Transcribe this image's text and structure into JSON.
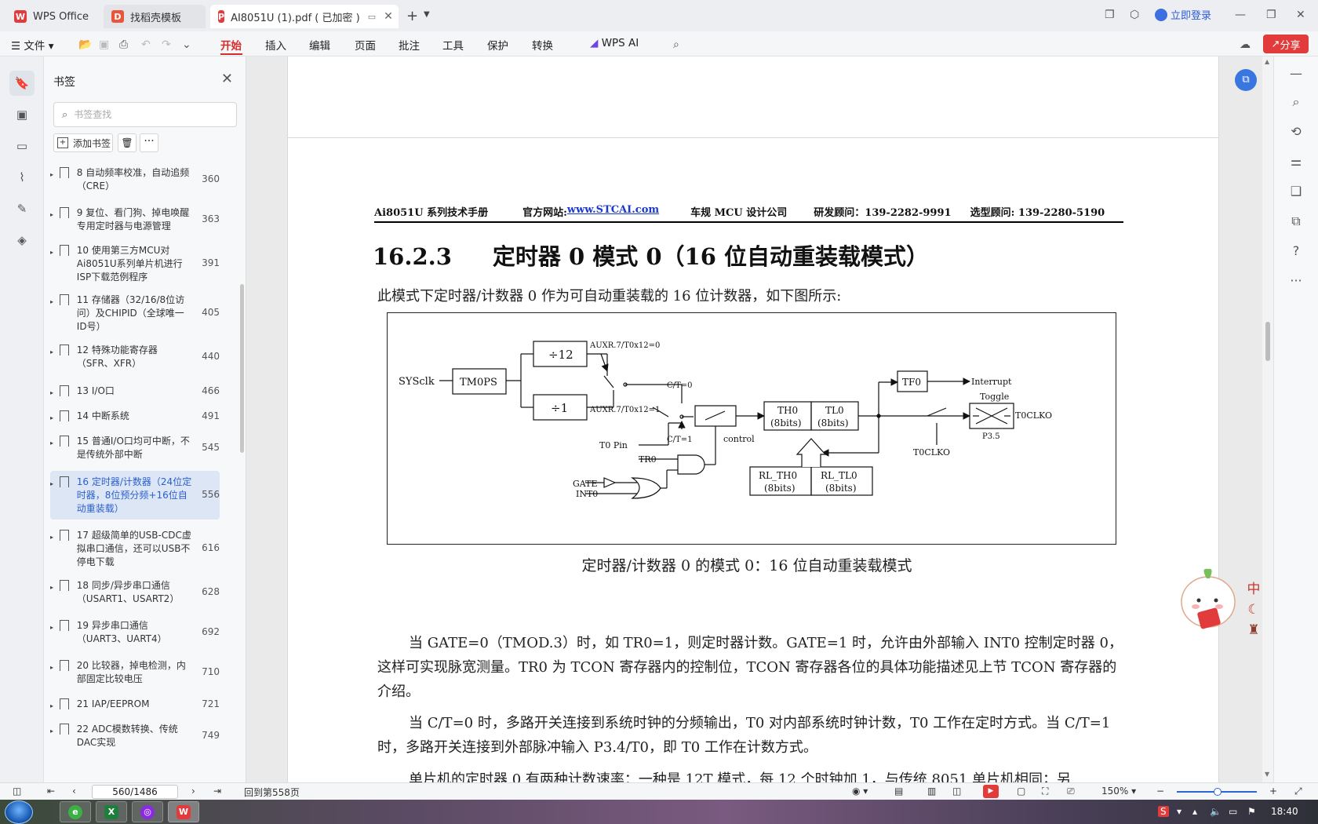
{
  "tabs": {
    "wps": "WPS Office",
    "templates": "找稻壳模板",
    "doc": "AI8051U (1).pdf ( 已加密 )"
  },
  "titlebar": {
    "login": "立即登录"
  },
  "menu": {
    "file": "文件",
    "items": [
      "开始",
      "插入",
      "编辑",
      "页面",
      "批注",
      "工具",
      "保护",
      "转换"
    ],
    "wps_ai": "WPS AI",
    "share": "分享"
  },
  "panel": {
    "title": "书签",
    "search_placeholder": "书签查找",
    "add_bookmark": "添加书签"
  },
  "bookmarks": [
    {
      "label": "8  自动频率校准，自动追频（CRE）",
      "page": "360"
    },
    {
      "label": "9  复位、看门狗、掉电唤醒专用定时器与电源管理",
      "page": "363"
    },
    {
      "label": "10  使用第三方MCU对Ai8051U系列单片机进行ISP下载范例程序",
      "page": "391"
    },
    {
      "label": "11  存储器（32/16/8位访问）及CHIPID（全球唯一ID号）",
      "page": "405"
    },
    {
      "label": "12  特殊功能寄存器（SFR、XFR）",
      "page": "440"
    },
    {
      "label": "13  I/O口",
      "page": "466"
    },
    {
      "label": "14  中断系统",
      "page": "491"
    },
    {
      "label": "15  普通I/O口均可中断，不是传统外部中断",
      "page": "545"
    },
    {
      "label": "16  定时器/计数器（24位定时器，8位预分频+16位自动重装载）",
      "page": "556"
    },
    {
      "label": "17  超级简单的USB-CDC虚拟串口通信，还可以USB不停电下载",
      "page": "616"
    },
    {
      "label": "18  同步/异步串口通信（USART1、USART2）",
      "page": "628"
    },
    {
      "label": "19  异步串口通信（UART3、UART4）",
      "page": "692"
    },
    {
      "label": "20  比较器，掉电检测，内部固定比较电压",
      "page": "710"
    },
    {
      "label": "21  IAP/EEPROM",
      "page": "721"
    },
    {
      "label": "22  ADC模数转换、传统DAC实现",
      "page": "749"
    }
  ],
  "document": {
    "header": {
      "manual": "Ai8051U 系列技术手册",
      "site_label": "官方网站: ",
      "site": "www.STCAI.com",
      "company": "车规 MCU 设计公司",
      "rd": "研发顾问：139-2282-9991",
      "sel": "选型顾问: 139-2280-5190"
    },
    "section_num": "16.2.3",
    "section_title": "定时器 0 模式 0（16 位自动重装载模式）",
    "intro": "此模式下定时器/计数器 0 作为可自动重装载的 16 位计数器，如下图所示:",
    "caption": "定时器/计数器 0 的模式 0：16 位自动重装载模式",
    "para1": "当 GATE=0（TMOD.3）时，如 TR0=1，则定时器计数。GATE=1 时，允许由外部输入 INT0 控制定时器 0，这样可实现脉宽测量。TR0 为 TCON 寄存器内的控制位，TCON 寄存器各位的具体功能描述见上节 TCON 寄存器的介绍。",
    "para2": "当 C/T=0 时，多路开关连接到系统时钟的分频输出，T0 对内部系统时钟计数，T0 工作在定时方式。当 C/T=1 时，多路开关连接到外部脉冲输入 P3.4/T0，即 T0 工作在计数方式。",
    "para3": "单片机的定时器 0 有两种计数速率：一种是 12T 模式，每 12 个时钟加 1，与传统 8051 单片机相同；另"
  },
  "diagram": {
    "sysclk": "SYSclk",
    "tm0ps": "TM0PS",
    "div12": "÷12",
    "div1": "÷1",
    "auxr0": "AUXR.7/T0x12=0",
    "auxr1": "AUXR.7/T0x12=1",
    "ct0": "C/T=0",
    "ct1": "C/T=1",
    "t0pin": "T0 Pin",
    "tr0": "TR0",
    "gate": "GATE",
    "int0": "INT0",
    "control": "control",
    "th0": "TH0",
    "tl0": "TL0",
    "bits": "(8bits)",
    "rlth0": "RL_TH0",
    "rltl0": "RL_TL0",
    "tf0": "TF0",
    "interrupt": "Interrupt",
    "toggle": "Toggle",
    "t0clko": "T0CLKO",
    "p35": "P3.5"
  },
  "status": {
    "page": "560/1486",
    "back": "回到第558页",
    "zoom": "150%"
  },
  "taskbar": {
    "time": "18:40"
  },
  "mascot": {
    "label": "中"
  }
}
